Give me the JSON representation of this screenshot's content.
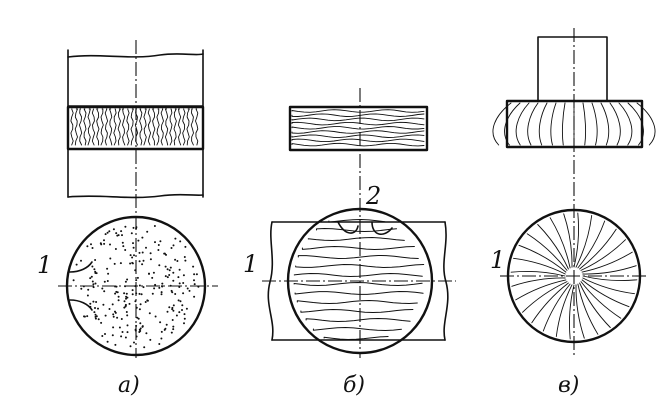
{
  "figure": {
    "panels": [
      {
        "id": "a",
        "caption": "а)",
        "marker": "1"
      },
      {
        "id": "b",
        "caption": "б)",
        "marker_left": "1",
        "marker_top": "2"
      },
      {
        "id": "c",
        "caption": "в)",
        "marker": "1"
      }
    ],
    "line_color": "#111111",
    "background": "#ffffff"
  }
}
